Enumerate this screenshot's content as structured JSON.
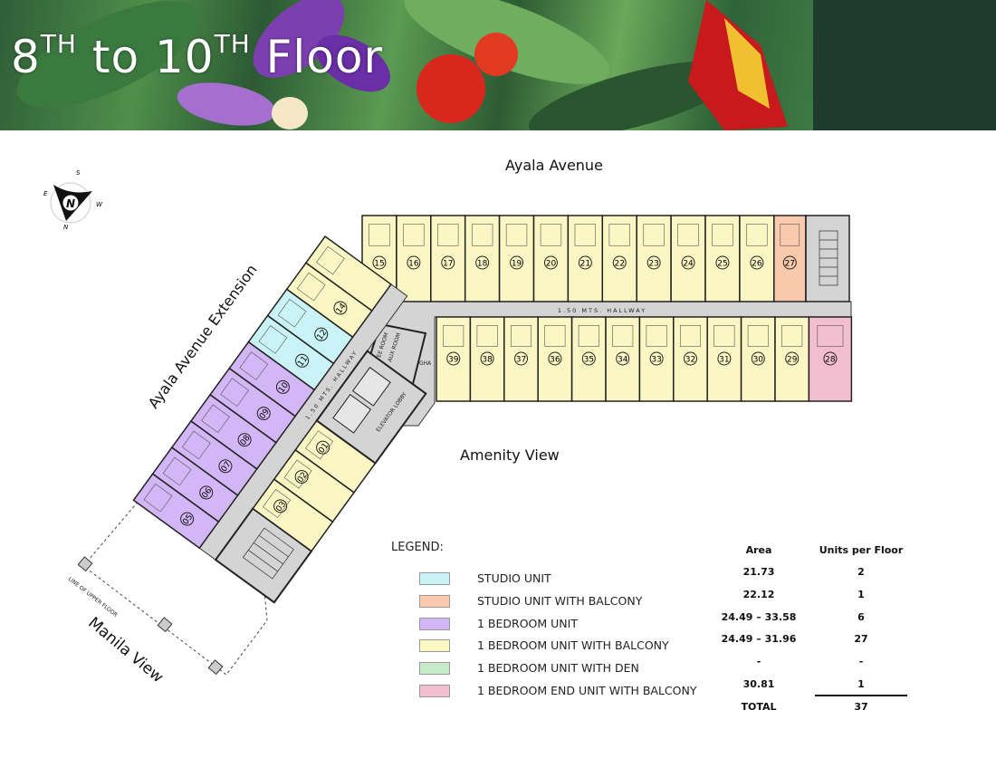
{
  "header": {
    "title_parts": [
      {
        "text": "8",
        "sup": "TH"
      },
      {
        "text": " to 10",
        "sup": "TH"
      },
      {
        "text": " Floor",
        "sup": ""
      }
    ]
  },
  "compass": {
    "n": "N",
    "s": "S",
    "e": "E",
    "w": "W",
    "center": "N"
  },
  "streets": {
    "north": "Ayala Avenue",
    "west": "Ayala Avenue Extension",
    "amenity": "Amenity View",
    "south": "Manila View"
  },
  "plan_labels": {
    "hallway_main": "1.50 MTS. HALLWAY",
    "hallway_wing": "1.50 MTS. HALLWAY",
    "elevator_lobby": "ELEVATOR LOBBY",
    "ee_room": "EE ROOM",
    "aux_room": "AUX ROOM",
    "gha": "GHA",
    "upper_floor": "LINE OF UPPER FLOOR"
  },
  "colors": {
    "studio": "#c9f3f6",
    "studio_balcony": "#f8c9ad",
    "one_bed": "#d2b6f5",
    "one_bed_balcony": "#fbf7c4",
    "one_bed_den": "#c8e9c8",
    "end_unit_balcony": "#f3bfd0",
    "corridor": "#d4d4d4"
  },
  "units": {
    "top_row": [
      {
        "no": "15",
        "type": "one_bed_balcony"
      },
      {
        "no": "16",
        "type": "one_bed_balcony"
      },
      {
        "no": "17",
        "type": "one_bed_balcony"
      },
      {
        "no": "18",
        "type": "one_bed_balcony"
      },
      {
        "no": "19",
        "type": "one_bed_balcony"
      },
      {
        "no": "20",
        "type": "one_bed_balcony"
      },
      {
        "no": "21",
        "type": "one_bed_balcony"
      },
      {
        "no": "22",
        "type": "one_bed_balcony"
      },
      {
        "no": "23",
        "type": "one_bed_balcony"
      },
      {
        "no": "24",
        "type": "one_bed_balcony"
      },
      {
        "no": "25",
        "type": "one_bed_balcony"
      },
      {
        "no": "26",
        "type": "one_bed_balcony"
      },
      {
        "no": "27",
        "type": "studio_balcony"
      }
    ],
    "bottom_row": [
      {
        "no": "39",
        "type": "one_bed_balcony"
      },
      {
        "no": "38",
        "type": "one_bed_balcony"
      },
      {
        "no": "37",
        "type": "one_bed_balcony"
      },
      {
        "no": "36",
        "type": "one_bed_balcony"
      },
      {
        "no": "35",
        "type": "one_bed_balcony"
      },
      {
        "no": "34",
        "type": "one_bed_balcony"
      },
      {
        "no": "33",
        "type": "one_bed_balcony"
      },
      {
        "no": "32",
        "type": "one_bed_balcony"
      },
      {
        "no": "31",
        "type": "one_bed_balcony"
      },
      {
        "no": "30",
        "type": "one_bed_balcony"
      },
      {
        "no": "29",
        "type": "one_bed_balcony"
      },
      {
        "no": "28",
        "type": "end_unit_balcony"
      }
    ],
    "wing_outer": [
      {
        "no": "05",
        "type": "one_bed"
      },
      {
        "no": "06",
        "type": "one_bed"
      },
      {
        "no": "07",
        "type": "one_bed"
      },
      {
        "no": "08",
        "type": "one_bed"
      },
      {
        "no": "09",
        "type": "one_bed"
      },
      {
        "no": "10",
        "type": "one_bed"
      },
      {
        "no": "11",
        "type": "studio"
      },
      {
        "no": "12",
        "type": "studio"
      },
      {
        "no": "14",
        "type": "one_bed_balcony"
      },
      {
        "no": "",
        "type": "one_bed_balcony"
      }
    ],
    "wing_inner": [
      {
        "no": "03",
        "type": "one_bed_balcony"
      },
      {
        "no": "02",
        "type": "one_bed_balcony"
      },
      {
        "no": "01",
        "type": "one_bed_balcony"
      }
    ]
  },
  "legend": {
    "title": "LEGEND:",
    "area_header": "Area",
    "units_header": "Units per Floor",
    "rows": [
      {
        "label": "STUDIO UNIT",
        "color": "#c9f3f6",
        "area": "21.73",
        "units": "2"
      },
      {
        "label": "STUDIO UNIT WITH BALCONY",
        "color": "#f8c9ad",
        "area": "22.12",
        "units": "1"
      },
      {
        "label": "1 BEDROOM UNIT",
        "color": "#d2b6f5",
        "area": "24.49 – 33.58",
        "units": "6"
      },
      {
        "label": "1 BEDROOM UNIT WITH BALCONY",
        "color": "#fbf7c4",
        "area": "24.49 – 31.96",
        "units": "27"
      },
      {
        "label": "1 BEDROOM UNIT WITH DEN",
        "color": "#c8e9c8",
        "area": "-",
        "units": "-"
      },
      {
        "label": "1 BEDROOM END UNIT WITH BALCONY",
        "color": "#f3bfd0",
        "area": "30.81",
        "units": "1"
      }
    ],
    "total_label": "TOTAL",
    "total_units": "37"
  }
}
